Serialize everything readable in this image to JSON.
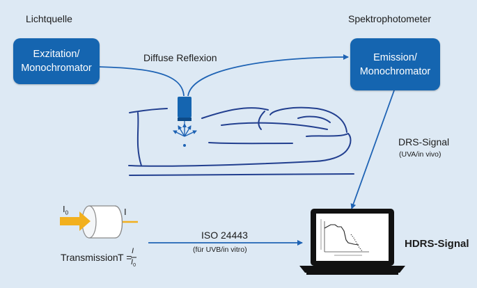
{
  "labels": {
    "light_source": "Lichtquelle",
    "spectrophotometer": "Spektrophotometer",
    "diffuse_reflection": "Diffuse Reflexion",
    "drs_signal": "DRS-Signal",
    "drs_signal_sub": "(UVA/in vivo)",
    "iso": "ISO 24443",
    "iso_sub": "(für UVB/in vitro)",
    "hdrs_signal": "HDRS-Signal",
    "transmission": "Transmission",
    "t_eq": "T =",
    "frac_num": "I",
    "frac_den": "I",
    "frac_den_sub": "0",
    "i0": "I",
    "i0_sub": "0",
    "i_out": "I"
  },
  "boxes": {
    "excitation_line1": "Exzitation/",
    "excitation_line2": "Monochromator",
    "emission_line1": "Emission/",
    "emission_line2": "Monochromator"
  },
  "colors": {
    "background": "#dde9f4",
    "box_fill": "#1565b0",
    "line": "#1e63b4",
    "skin_outline": "#223f8f",
    "incident_arrow": "#f2b01e",
    "transmitted_line": "#f2b01e",
    "laptop_body": "#111111"
  },
  "icons": {
    "probe": "fiber-probe-icon",
    "scatter": "scatter-arrows-icon",
    "cuvette": "cuvette-icon",
    "laptop": "laptop-spectrum-icon"
  }
}
